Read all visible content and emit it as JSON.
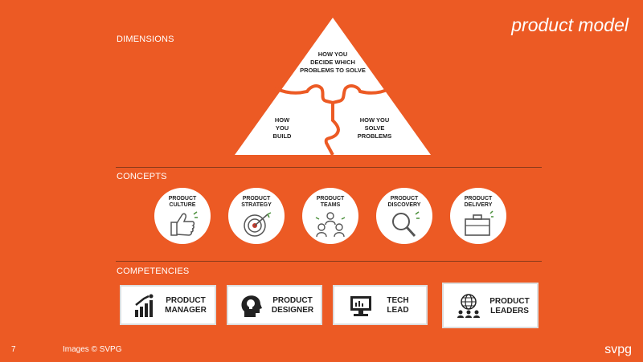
{
  "slide": {
    "title": "product model",
    "page_number": "7",
    "credit": "Images © SVPG",
    "brand": "svpg"
  },
  "dimensions": {
    "label": "DIMENSIONS",
    "pieces": [
      {
        "name": "decide",
        "lines": [
          "HOW YOU",
          "DECIDE WHICH",
          "PROBLEMS TO SOLVE"
        ]
      },
      {
        "name": "build",
        "lines": [
          "HOW",
          "YOU",
          "BUILD"
        ]
      },
      {
        "name": "solve",
        "lines": [
          "HOW YOU",
          "SOLVE",
          "PROBLEMS"
        ]
      }
    ]
  },
  "concepts": {
    "label": "CONCEPTS",
    "items": [
      {
        "lines": [
          "PRODUCT",
          "CULTURE"
        ],
        "icon": "thumbs-up-icon"
      },
      {
        "lines": [
          "PRODUCT",
          "STRATEGY"
        ],
        "icon": "target-icon"
      },
      {
        "lines": [
          "PRODUCT",
          "TEAMS"
        ],
        "icon": "team-icon"
      },
      {
        "lines": [
          "PRODUCT",
          "DISCOVERY"
        ],
        "icon": "magnifier-icon"
      },
      {
        "lines": [
          "PRODUCT",
          "DELIVERY"
        ],
        "icon": "briefcase-icon"
      }
    ]
  },
  "competencies": {
    "label": "COMPETENCIES",
    "items": [
      {
        "lines": [
          "PRODUCT",
          "MANAGER"
        ],
        "icon": "growth-chart-icon"
      },
      {
        "lines": [
          "PRODUCT",
          "DESIGNER"
        ],
        "icon": "head-lightbulb-icon"
      },
      {
        "lines": [
          "TECH",
          "LEAD"
        ],
        "icon": "computer-icon"
      },
      {
        "lines": [
          "PRODUCT",
          "LEADERS"
        ],
        "icon": "globe-people-icon"
      }
    ]
  },
  "colors": {
    "background": "#ec5a24",
    "panel": "#ffffff",
    "text_dark": "#222222",
    "rule": "#8a3a1a"
  }
}
